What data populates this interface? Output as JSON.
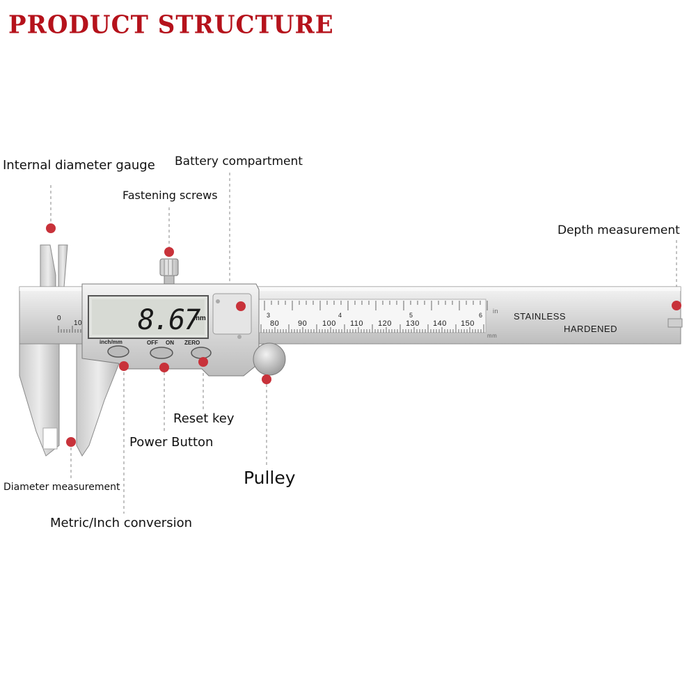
{
  "title": "PRODUCT STRUCTURE",
  "labels": {
    "internal_diameter_gauge": "Internal diameter gauge",
    "battery_compartment": "Battery compartment",
    "fastening_screws": "Fastening screws",
    "depth_measurement": "Depth measurement",
    "reset_key": "Reset key",
    "power_button": "Power Button",
    "pulley": "Pulley",
    "diameter_measurement": "Diameter measurement",
    "metric_inch_conversion": "Metric/Inch conversion"
  },
  "device": {
    "display_value": "8.67",
    "display_unit": "mm",
    "button_labels": {
      "inch_mm": "inch/mm",
      "off": "OFF",
      "on": "ON",
      "zero": "ZERO"
    },
    "engraving_1": "STAINLESS",
    "engraving_2": "HARDENED",
    "unit_in": "in",
    "unit_mm": "mm",
    "mm_scale": [
      "80",
      "90",
      "100",
      "110",
      "120",
      "130",
      "140",
      "150"
    ],
    "inch_scale": [
      "3",
      "4",
      "5",
      "6"
    ],
    "left_scale": [
      "0",
      "10"
    ]
  },
  "colors": {
    "accent": "#b5121b",
    "marker": "#c8323a",
    "leader": "#999999"
  }
}
